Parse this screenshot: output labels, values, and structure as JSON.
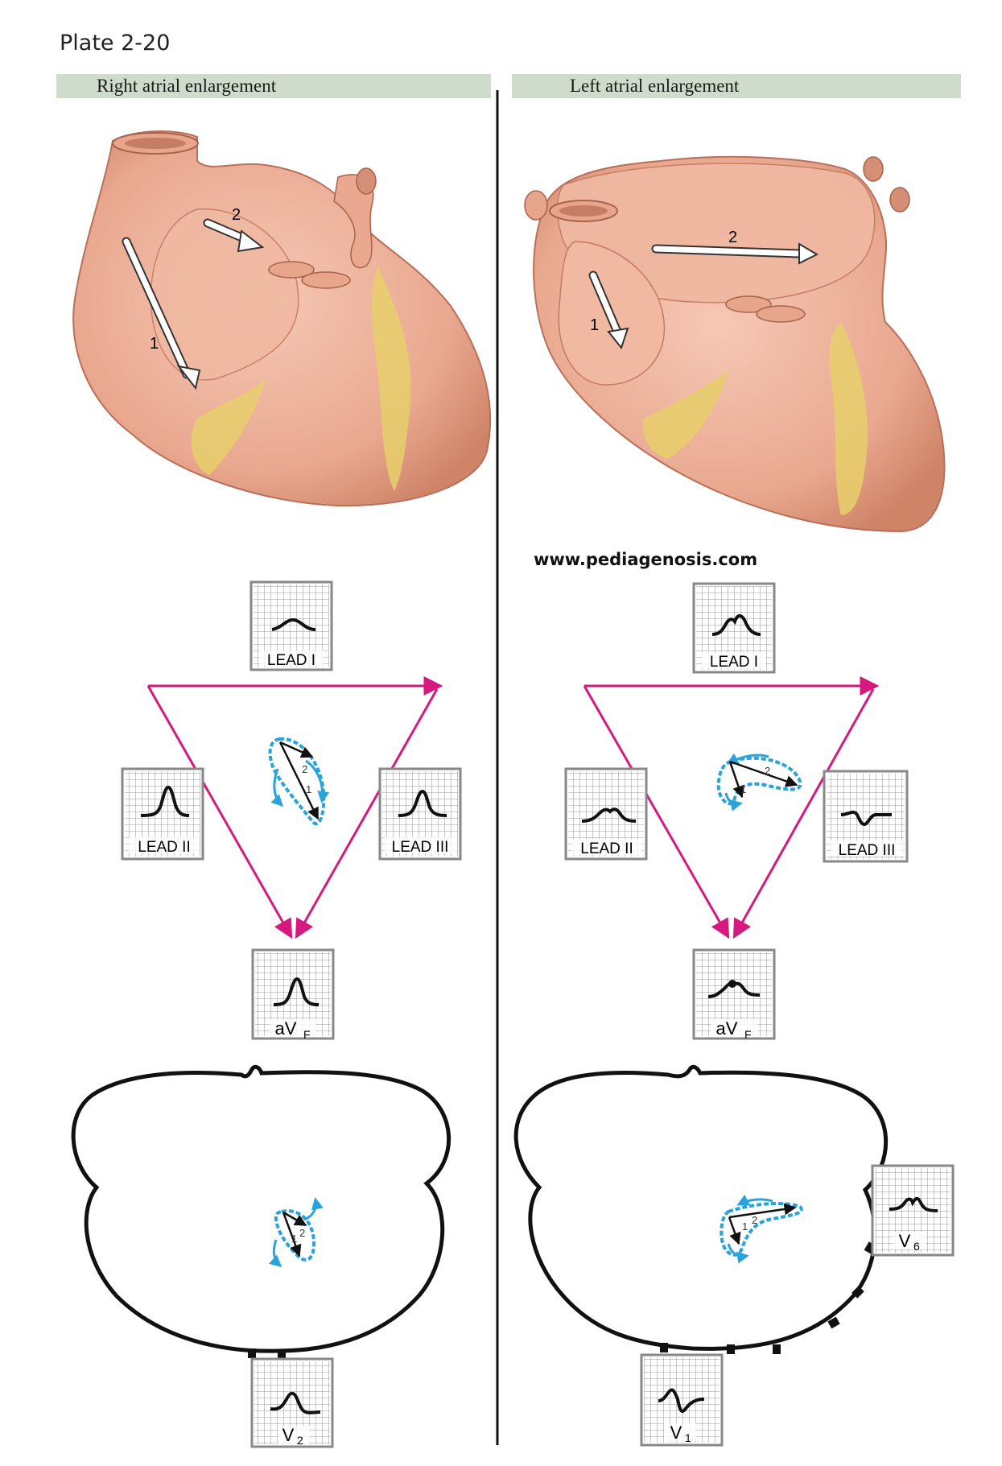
{
  "plate_title": "Plate 2-20",
  "website": "www.pediagenosis.com",
  "colors": {
    "banner": "#cfdccb",
    "limb_lead_triangle": "#d6197e",
    "p_wave_loop": "#29a3dc",
    "heart": "#e9a88f",
    "fat": "#e6cf6b"
  },
  "panels": {
    "left": {
      "title": "Right atrial enlargement",
      "arrow1": "1",
      "arrow2": "2",
      "loop_1": "1",
      "loop_2": "2",
      "lead_I": "LEAD I",
      "lead_II": "LEAD II",
      "lead_III": "LEAD III",
      "aVF": "aV",
      "aVF_sub": "F",
      "chest_lead": "V",
      "chest_lead_sub": "2"
    },
    "right": {
      "title": "Left atrial enlargement",
      "arrow1": "1",
      "arrow2": "2",
      "loop_1": "1",
      "loop_2": "2",
      "lead_I": "LEAD I",
      "lead_II": "LEAD II",
      "lead_III": "LEAD III",
      "aVF": "aV",
      "aVF_sub": "F",
      "chest_lead_v1": "V",
      "chest_lead_v1_sub": "1",
      "chest_lead_v6": "V",
      "chest_lead_v6_sub": "6"
    }
  }
}
